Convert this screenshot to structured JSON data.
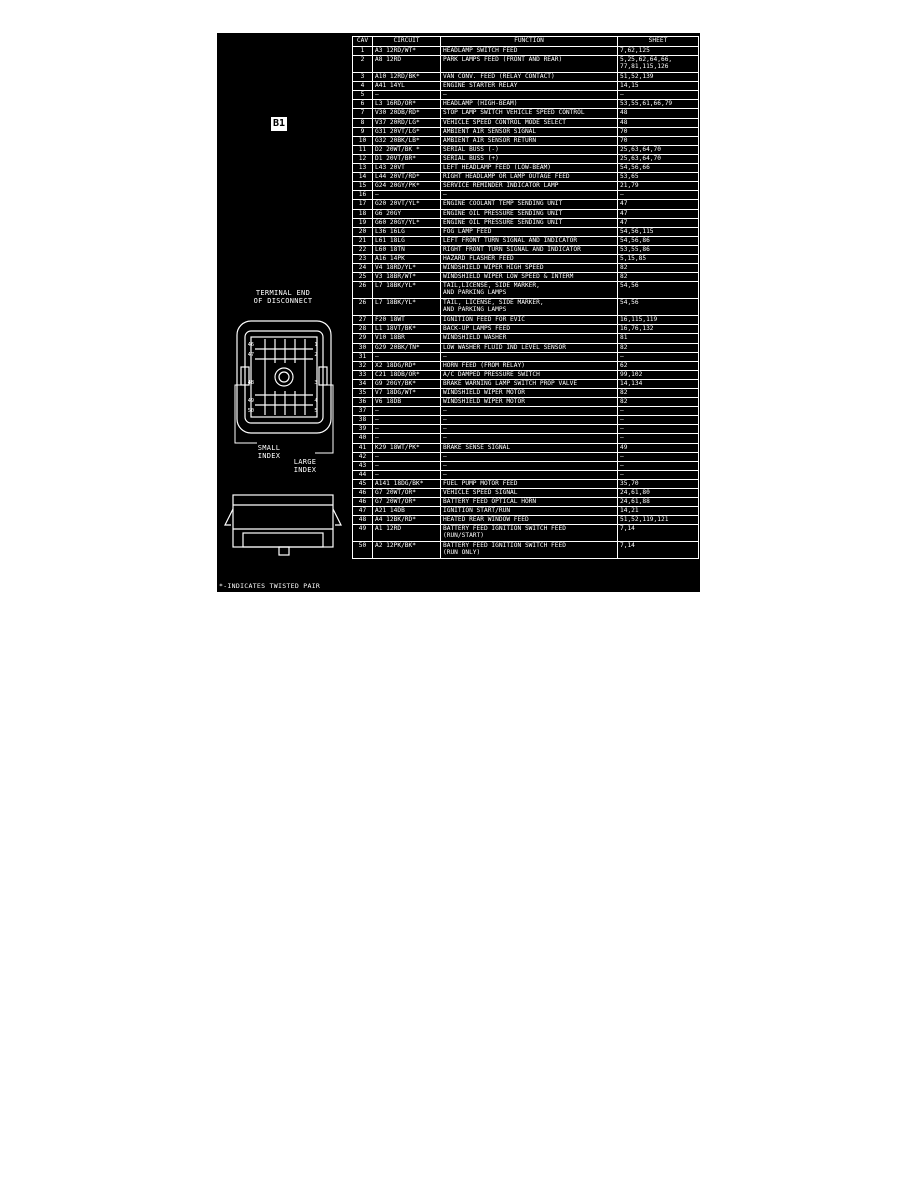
{
  "callout": {
    "label": "B1"
  },
  "connector": {
    "label": "TERMINAL END\nOF DISCONNECT",
    "small_index": "SMALL\nINDEX",
    "large_index": "LARGE\nINDEX",
    "pin_numbers_left": [
      "46",
      "47",
      "48",
      "49",
      "50"
    ],
    "pin_numbers_right": [
      "1",
      "2",
      "3",
      "4",
      "5"
    ]
  },
  "note": "*-INDICATES TWISTED PAIR",
  "table": {
    "headers": [
      "CAV",
      "CIRCUIT",
      "FUNCTION",
      "SHEET"
    ],
    "rows": [
      {
        "cav": "1",
        "circuit": "A3 12RD/WT*",
        "function": "HEADLAMP SWITCH FEED",
        "sheet": "7,62,125"
      },
      {
        "cav": "2",
        "circuit": "A8 12RD",
        "function": "PARK LAMPS FEED (FRONT AND REAR)",
        "sheet": "5,25,62,64,66,\n77,81,115,126"
      },
      {
        "cav": "3",
        "circuit": "A10 12RD/BK*",
        "function": "VAN CONV. FEED (RELAY CONTACT)",
        "sheet": "51,52,139"
      },
      {
        "cav": "4",
        "circuit": "A41 14YL",
        "function": "ENGINE STARTER RELAY",
        "sheet": "14,15"
      },
      {
        "cav": "5",
        "circuit": "—",
        "function": "—",
        "sheet": "—"
      },
      {
        "cav": "6",
        "circuit": "L3 16RD/OR*",
        "function": "HEADLAMP (HIGH-BEAM)",
        "sheet": "53,55,61,66,79"
      },
      {
        "cav": "7",
        "circuit": "V30 20DB/RD*",
        "function": "STOP LAMP SWITCH VEHICLE SPEED CONTROL",
        "sheet": "48"
      },
      {
        "cav": "8",
        "circuit": "V37 20RD/LG*",
        "function": "VEHICLE SPEED CONTROL MODE SELECT",
        "sheet": "48"
      },
      {
        "cav": "9",
        "circuit": "G31 20VT/LG*",
        "function": "AMBIENT AIR SENSOR SIGNAL",
        "sheet": "70"
      },
      {
        "cav": "10",
        "circuit": "G32 20BK/LB*",
        "function": "AMBIENT AIR SENSOR RETURN",
        "sheet": "70"
      },
      {
        "cav": "11",
        "circuit": "D2 20WT/BK *",
        "function": "SERIAL BUSS (-)",
        "sheet": "25,63,64,70"
      },
      {
        "cav": "12",
        "circuit": "D1 20VT/BR*",
        "function": "SERIAL BUSS (+)",
        "sheet": "25,63,64,70"
      },
      {
        "cav": "13",
        "circuit": "L43 20VT",
        "function": "LEFT HEADLAMP FEED (LOW-BEAM)",
        "sheet": "54,56,66"
      },
      {
        "cav": "14",
        "circuit": "L44 20VT/RD*",
        "function": "RIGHT HEADLAMP OR LAMP OUTAGE FEED",
        "sheet": "53,65"
      },
      {
        "cav": "15",
        "circuit": "G24 20GY/PK*",
        "function": "SERVICE REMINDER INDICATOR LAMP",
        "sheet": "21,79"
      },
      {
        "cav": "16",
        "circuit": "—",
        "function": "—",
        "sheet": "—"
      },
      {
        "cav": "17",
        "circuit": "G20 20VT/YL*",
        "function": "ENGINE COOLANT TEMP SENDING UNIT",
        "sheet": "47"
      },
      {
        "cav": "18",
        "circuit": "G6 20GY",
        "function": "ENGINE OIL PRESSURE SENDING UNIT",
        "sheet": "47"
      },
      {
        "cav": "19",
        "circuit": "G60 20GY/YL*",
        "function": "ENGINE OIL PRESSURE SENDING UNIT",
        "sheet": "47"
      },
      {
        "cav": "20",
        "circuit": "L36 16LG",
        "function": "FOG LAMP FEED",
        "sheet": "54,56,115"
      },
      {
        "cav": "21",
        "circuit": "L61 18LG",
        "function": "LEFT FRONT TURN SIGNAL AND INDICATOR",
        "sheet": "54,56,86"
      },
      {
        "cav": "22",
        "circuit": "L60 18TN",
        "function": "RIGHT FRONT TURN SIGNAL AND INDICATOR",
        "sheet": "53,55,86"
      },
      {
        "cav": "23",
        "circuit": "A16 14PK",
        "function": "HAZARD FLASHER FEED",
        "sheet": "5,15,85"
      },
      {
        "cav": "24",
        "circuit": "V4 18RD/YL*",
        "function": "WINDSHIELD WIPER HIGH SPEED",
        "sheet": "82"
      },
      {
        "cav": "25",
        "circuit": "V3 18BR/WT*",
        "function": "WINDSHIELD WIPER LOW SPEED & INTERM",
        "sheet": "82"
      },
      {
        "cav": "26",
        "circuit": "L7 18BK/YL*",
        "function": "TAIL,LICENSE, SIDE MARKER,\nAND PARKING LAMPS",
        "sheet": "54,56"
      },
      {
        "cav": "26",
        "circuit": "L7 18BK/YL*",
        "function": "TAIL, LICENSE, SIDE MARKER,\nAND PARKING LAMPS",
        "sheet": "54,56"
      },
      {
        "cav": "27",
        "circuit": "F20 18WT",
        "function": "IGNITION FEED FOR EVIC",
        "sheet": "16,115,119"
      },
      {
        "cav": "28",
        "circuit": "L1 18VT/BK*",
        "function": "BACK-UP LAMPS FEED",
        "sheet": "16,76,132"
      },
      {
        "cav": "29",
        "circuit": "V10 18BR",
        "function": "WINDSHIELD WASHER",
        "sheet": "81"
      },
      {
        "cav": "30",
        "circuit": "G29 20BK/TN*",
        "function": "LOW WASHER FLUID IND LEVEL SENSOR",
        "sheet": "82"
      },
      {
        "cav": "31",
        "circuit": "—",
        "function": "—",
        "sheet": "—"
      },
      {
        "cav": "32",
        "circuit": "X2 18DG/RD*",
        "function": "HORN FEED (FROM RELAY)",
        "sheet": "62"
      },
      {
        "cav": "33",
        "circuit": "C21 18DB/OR*",
        "function": "A/C DAMPED PRESSURE SWITCH",
        "sheet": "99,102"
      },
      {
        "cav": "34",
        "circuit": "G9 20GY/BK*",
        "function": "BRAKE WARNING LAMP SWITCH PROP VALVE",
        "sheet": "14,134"
      },
      {
        "cav": "35",
        "circuit": "V7 18DG/WT*",
        "function": "WINDSHIELD WIPER MOTOR",
        "sheet": "82"
      },
      {
        "cav": "36",
        "circuit": "V6 18DB",
        "function": "WINDSHIELD WIPER MOTOR",
        "sheet": "82"
      },
      {
        "cav": "37",
        "circuit": "—",
        "function": "—",
        "sheet": "—"
      },
      {
        "cav": "38",
        "circuit": "—",
        "function": "—",
        "sheet": "—"
      },
      {
        "cav": "39",
        "circuit": "—",
        "function": "—",
        "sheet": "—"
      },
      {
        "cav": "40",
        "circuit": "—",
        "function": "—",
        "sheet": "—"
      },
      {
        "cav": "41",
        "circuit": "K29 18WT/PK*",
        "function": "BRAKE SENSE SIGNAL",
        "sheet": "49"
      },
      {
        "cav": "42",
        "circuit": "—",
        "function": "—",
        "sheet": "—"
      },
      {
        "cav": "43",
        "circuit": "—",
        "function": "—",
        "sheet": "—"
      },
      {
        "cav": "44",
        "circuit": "—",
        "function": "—",
        "sheet": "—"
      },
      {
        "cav": "45",
        "circuit": "A141 18DG/BK*",
        "function": "FUEL PUMP MOTOR FEED",
        "sheet": "35,70"
      },
      {
        "cav": "46",
        "circuit": "G7 20WT/OR*",
        "function": "VEHICLE SPEED SIGNAL",
        "sheet": "24,61,80"
      },
      {
        "cav": "46",
        "circuit": "G7 20WT/OR*",
        "function": "BATTERY FEED OPTICAL HORN",
        "sheet": "24,61,88"
      },
      {
        "cav": "47",
        "circuit": "A21 14DB",
        "function": "IGNITION START/RUN",
        "sheet": "14,21"
      },
      {
        "cav": "48",
        "circuit": "A4 12BK/RD*",
        "function": "HEATED REAR WINDOW FEED",
        "sheet": "51,52,119,121"
      },
      {
        "cav": "49",
        "circuit": "A1 12RD",
        "function": "BATTERY FEED IGNITION SWITCH FEED\n(RUN/START)",
        "sheet": "7,14"
      },
      {
        "cav": "50",
        "circuit": "A2 12PK/BK*",
        "function": "BATTERY FEED IGNITION SWITCH FEED\n(RUN ONLY)",
        "sheet": "7,14"
      }
    ]
  }
}
